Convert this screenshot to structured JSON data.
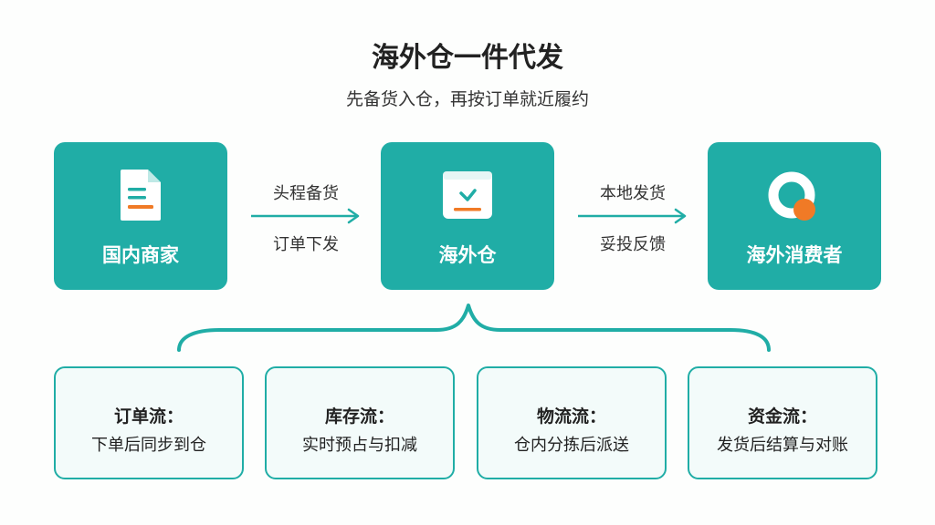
{
  "title": "海外仓一件代发",
  "subtitle": "先备货入仓，再按订单就近履约",
  "nodes": [
    {
      "label": "国内商家",
      "icon": "document-icon"
    },
    {
      "label": "海外仓",
      "icon": "inbox-icon"
    },
    {
      "label": "海外消费者",
      "icon": "consumer-icon"
    }
  ],
  "flows": [
    {
      "top": "头程备货",
      "bottom": "订单下发"
    },
    {
      "top": "本地发货",
      "bottom": "妥投反馈"
    }
  ],
  "cards": [
    {
      "title": "订单流：",
      "desc": "下单后同步到仓"
    },
    {
      "title": "库存流：",
      "desc": "实时预占与扣减"
    },
    {
      "title": "物流流：",
      "desc": "仓内分拣后派送"
    },
    {
      "title": "资金流：",
      "desc": "发货后结算与对账"
    }
  ],
  "colors": {
    "teal": "#20ada6",
    "orange": "#f07a26",
    "card_bg": "#f3fbfa"
  }
}
